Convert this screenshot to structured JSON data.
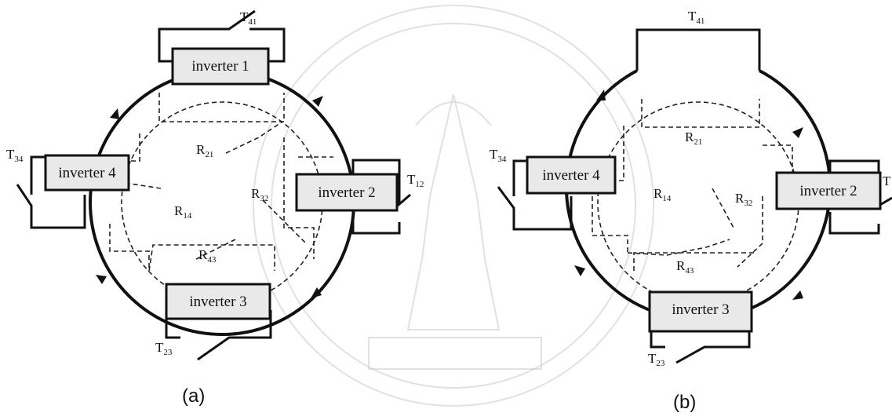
{
  "diagrams": [
    {
      "id": "a",
      "caption": "(a)",
      "inverters": [
        {
          "num": "1",
          "label": "inverter 1"
        },
        {
          "num": "2",
          "label": "inverter 2"
        },
        {
          "num": "3",
          "label": "inverter 3"
        },
        {
          "num": "4",
          "label": "inverter 4"
        }
      ],
      "switches": [
        {
          "main": "T",
          "sub": "41"
        },
        {
          "main": "T",
          "sub": "12"
        },
        {
          "main": "T",
          "sub": "23"
        },
        {
          "main": "T",
          "sub": "34"
        }
      ],
      "resistances": [
        {
          "main": "R",
          "sub": "21"
        },
        {
          "main": "R",
          "sub": "32"
        },
        {
          "main": "R",
          "sub": "43"
        },
        {
          "main": "R",
          "sub": "14"
        }
      ]
    },
    {
      "id": "b",
      "caption": "(b)",
      "inverters": [
        {
          "num": "2",
          "label": "inverter 2"
        },
        {
          "num": "3",
          "label": "inverter 3"
        },
        {
          "num": "4",
          "label": "inverter 4"
        }
      ],
      "switches": [
        {
          "main": "T",
          "sub": "41"
        },
        {
          "main": "T",
          "sub": ""
        },
        {
          "main": "T",
          "sub": "23"
        },
        {
          "main": "T",
          "sub": "34"
        }
      ],
      "resistances": [
        {
          "main": "R",
          "sub": "21"
        },
        {
          "main": "R",
          "sub": "32"
        },
        {
          "main": "R",
          "sub": "43"
        },
        {
          "main": "R",
          "sub": "14"
        }
      ]
    }
  ]
}
